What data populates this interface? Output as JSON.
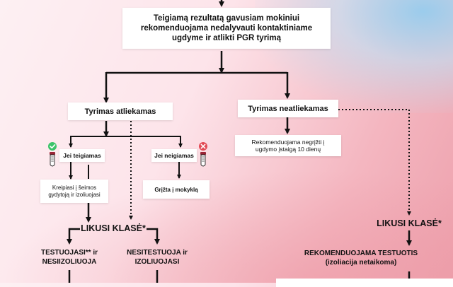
{
  "top_box": {
    "text": "Teigiamą rezultatą gavusiam mokiniui rekomenduojama nedalyvauti kontaktiniame ugdyme ir atlikti PGR tyrimą"
  },
  "left_branch": {
    "test_done": "Tyrimas atliekamas",
    "positive": "Jei teigiamas",
    "negative": "Jei neigiamas",
    "positive_action": "Kreipiasi į šeimos gydytoją ir izoliuojasi",
    "negative_action": "Grįžta į mokyklą",
    "rest_of_class": "LIKUSI KLASĖ*",
    "tested_label": "TESTUOJASI** ir NESIIZOLIUOJA",
    "not_tested_label": "NESITESTUOJA ir IZOLIUOJASI"
  },
  "right_branch": {
    "test_not_done": "Tyrimas neatliekamas",
    "recommendation": "Rekomenduojama negrįžti į ugdymo įstaigą 10 dienų",
    "rest_of_class": "LIKUSI KLASĖ*",
    "recommended_test": "REKOMENDUOJAMA TESTUOTIS (izoliacija netaikoma)"
  },
  "icons": {
    "positive": "check-test-tube-icon",
    "negative": "cross-test-tube-icon"
  },
  "colors": {
    "arrow": "#111111",
    "check": "#3cc46a",
    "cross": "#e24b55",
    "tube_cap": "#9b2436"
  }
}
